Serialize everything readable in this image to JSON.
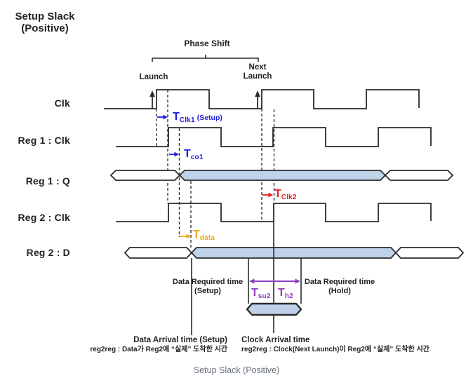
{
  "title": {
    "line1": "Setup Slack",
    "line2": "(Positive)"
  },
  "annotations": {
    "phase_shift": "Phase Shift",
    "launch": "Launch",
    "next_launch_line1": "Next",
    "next_launch_line2": "Launch"
  },
  "rows": {
    "clk": "Clk",
    "reg1_clk": "Reg 1 : Clk",
    "reg1_q": "Reg 1 : Q",
    "reg2_clk": "Reg 2 : Clk",
    "reg2_d": "Reg 2 : D"
  },
  "timing": {
    "tclk1": {
      "symbol": "T",
      "subscript": "Clk1",
      "suffix": "(Setup)"
    },
    "tco1": {
      "symbol": "T",
      "subscript": "co1"
    },
    "tclk2": {
      "symbol": "T",
      "subscript": "Clk2"
    },
    "tdata": {
      "symbol": "T",
      "subscript": "data"
    },
    "tsu2": {
      "symbol": "T",
      "subscript": "su2"
    },
    "th2": {
      "symbol": "T",
      "subscript": "h2"
    }
  },
  "required_time": {
    "setup_line1": "Data Required time",
    "setup_line2": "(Setup)",
    "hold_line1": "Data Required time",
    "hold_line2": "(Hold)"
  },
  "arrival": {
    "data_title": "Data Arrival time (Setup)",
    "data_sub": "reg2reg : Data가 Reg2에 “실제” 도착한 시간",
    "clock_title": "Clock Arrival time",
    "clock_sub": "reg2reg : Clock(Next Launch)이 Reg2에 “실제” 도착한 시간"
  },
  "caption": "Setup Slack (Positive)",
  "colors": {
    "blue": "#1c1ce0",
    "red": "#e4201c",
    "orange": "#f0a81c",
    "purple": "#8f3fc4",
    "bus_fill": "#bfd2ea",
    "line": "#2b2b2b",
    "caption_gray": "#66707a"
  }
}
